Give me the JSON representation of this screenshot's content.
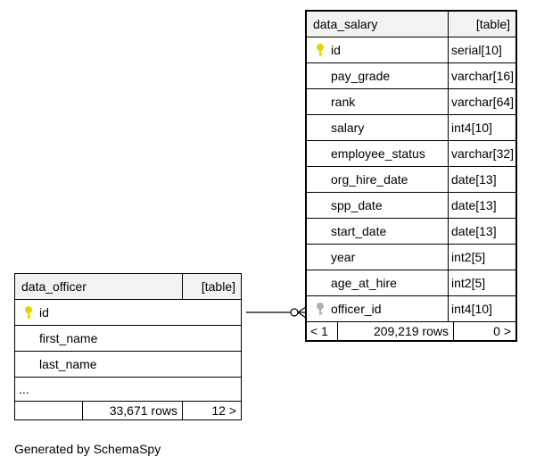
{
  "salary_table": {
    "name": "data_salary",
    "kind": "[table]",
    "columns": [
      {
        "name": "id",
        "type": "serial[10]"
      },
      {
        "name": "pay_grade",
        "type": "varchar[16]"
      },
      {
        "name": "rank",
        "type": "varchar[64]"
      },
      {
        "name": "salary",
        "type": "int4[10]"
      },
      {
        "name": "employee_status",
        "type": "varchar[32]"
      },
      {
        "name": "org_hire_date",
        "type": "date[13]"
      },
      {
        "name": "spp_date",
        "type": "date[13]"
      },
      {
        "name": "start_date",
        "type": "date[13]"
      },
      {
        "name": "year",
        "type": "int2[5]"
      },
      {
        "name": "age_at_hire",
        "type": "int2[5]"
      },
      {
        "name": "officer_id",
        "type": "int4[10]"
      }
    ],
    "footer": {
      "parents": "< 1",
      "rows": "209,219 rows",
      "children": "0 >"
    }
  },
  "officer_table": {
    "name": "data_officer",
    "kind": "[table]",
    "columns": [
      {
        "name": "id"
      },
      {
        "name": "first_name"
      },
      {
        "name": "last_name"
      }
    ],
    "more": "...",
    "footer": {
      "parents": "",
      "rows": "33,671 rows",
      "children": "12 >"
    }
  },
  "colors": {
    "primary_key": "#e6d400",
    "foreign_key": "#b0b0b0",
    "header_bg": "#f2f2f2"
  },
  "footer_text": "Generated by SchemaSpy"
}
